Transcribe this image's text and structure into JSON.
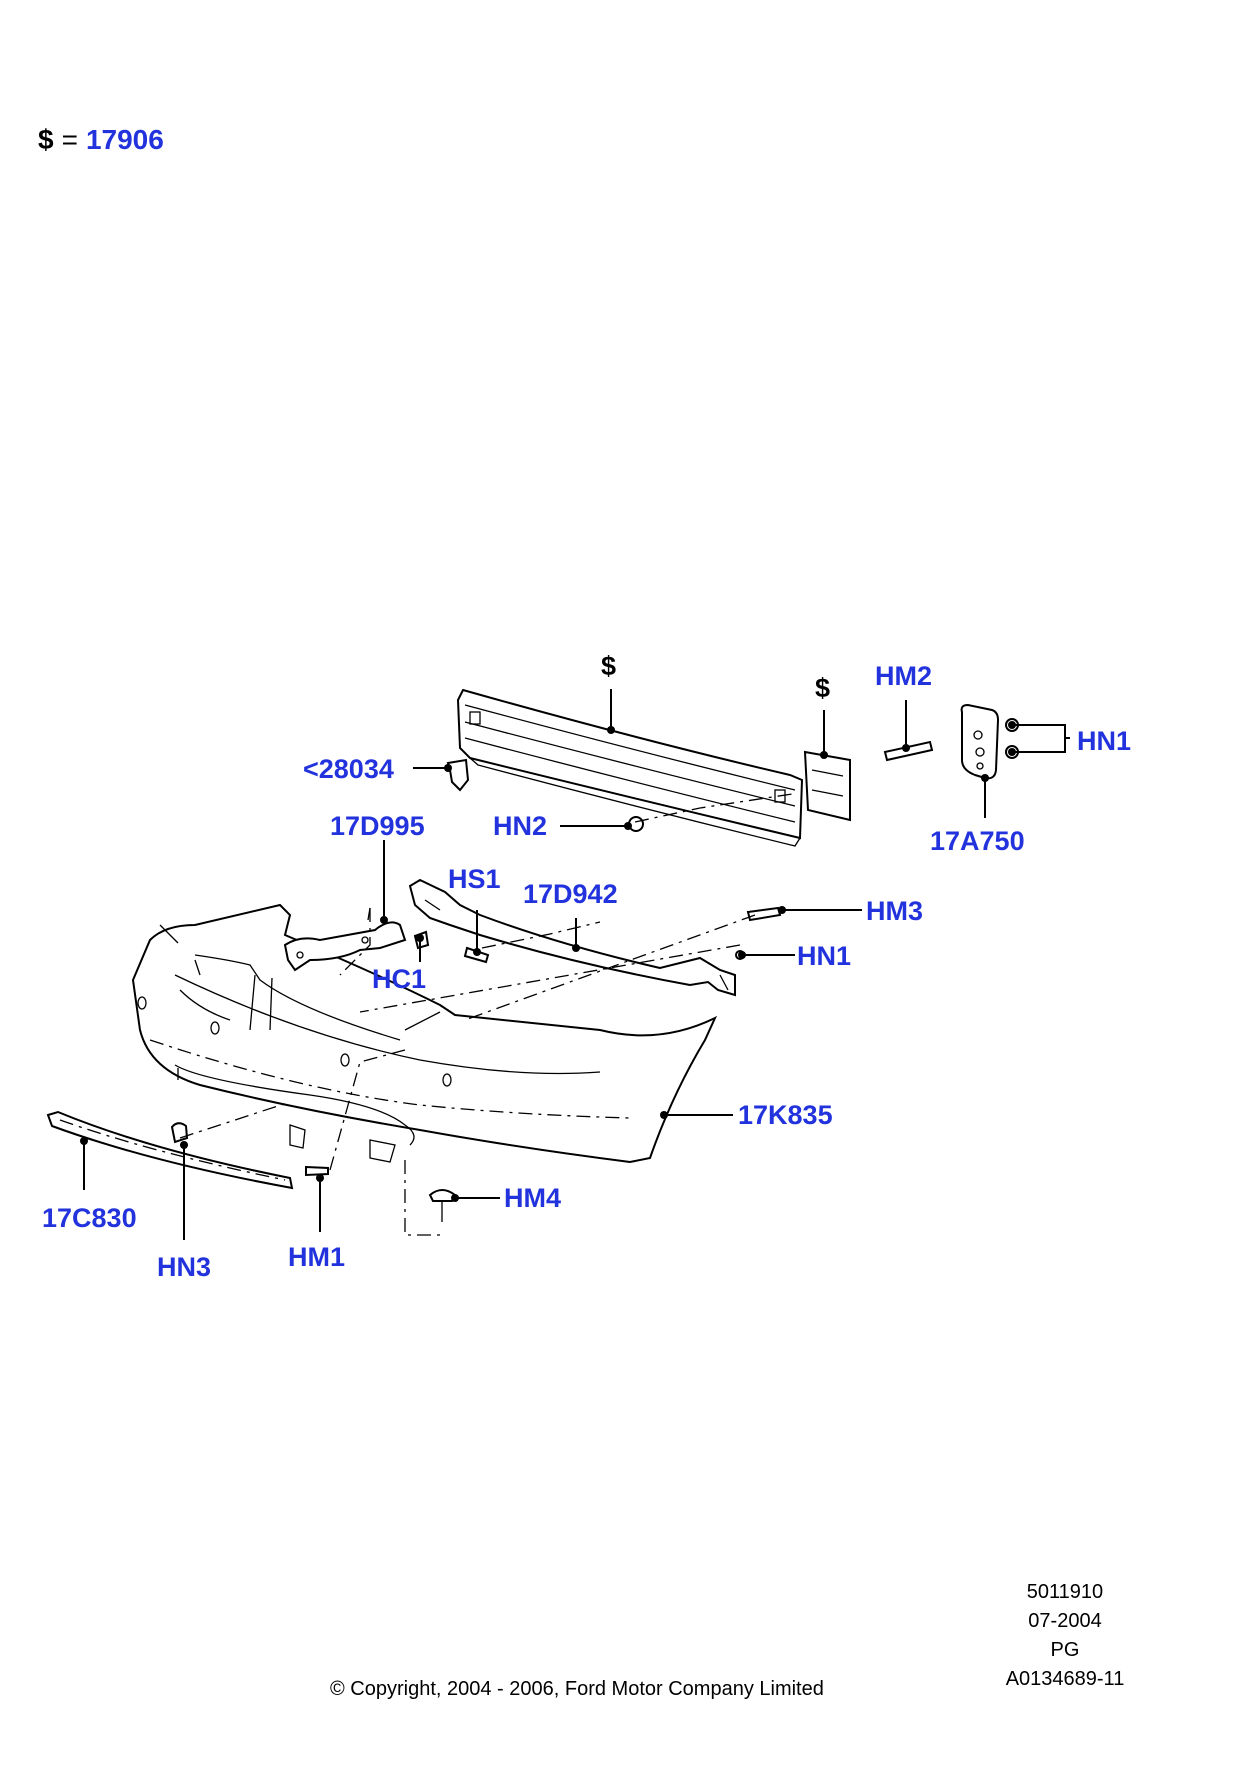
{
  "legend": {
    "symbol": "$",
    "equals": "=",
    "code": "17906"
  },
  "labels": {
    "dollar_top": "$",
    "dollar_right": "$",
    "hm2": "HM2",
    "hn1_top": "HN1",
    "l28034": "<28034",
    "hn2": "HN2",
    "l17a750": "17A750",
    "l17d995": "17D995",
    "hs1": "HS1",
    "l17d942": "17D942",
    "hm3": "HM3",
    "hn1_mid": "HN1",
    "hc1": "HC1",
    "l17k835": "17K835",
    "hm4": "HM4",
    "l17c830": "17C830",
    "hn3": "HN3",
    "hm1": "HM1"
  },
  "info": {
    "number": "5011910",
    "date": "07-2004",
    "code": "PG",
    "ref": "A0134689-11"
  },
  "copyright": "© Copyright, 2004 - 2006, Ford Motor Company Limited"
}
